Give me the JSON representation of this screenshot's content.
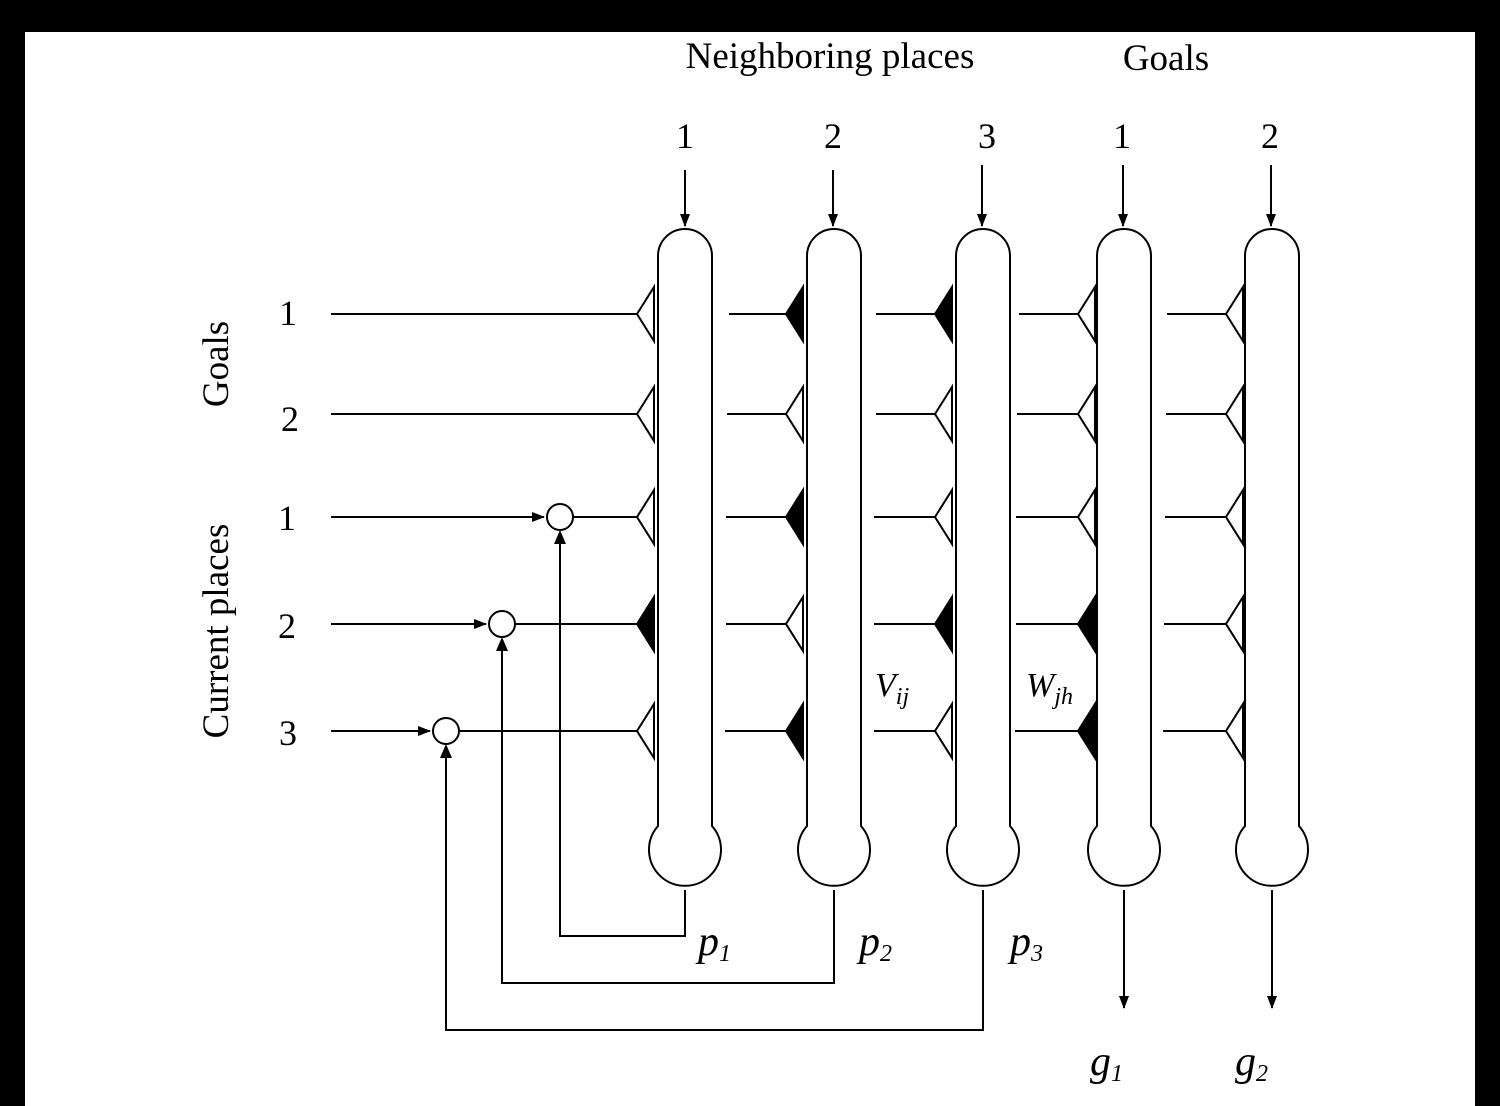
{
  "headers": {
    "neighboring": "Neighboring places",
    "goals_top": "Goals"
  },
  "columns": {
    "neighbor_numbers": [
      "1",
      "2",
      "3"
    ],
    "goal_numbers": [
      "1",
      "2"
    ]
  },
  "rows": {
    "goals_label": "Goals",
    "current_label": "Current places",
    "goal_numbers": [
      "1",
      "2"
    ],
    "current_numbers": [
      "1",
      "2",
      "3"
    ]
  },
  "weights": {
    "v_main": "V",
    "v_sub": "ij",
    "w_main": "W",
    "w_sub": "jh"
  },
  "outputs": {
    "p1_main": "p",
    "p1_sub": "1",
    "p2_main": "p",
    "p2_sub": "2",
    "p3_main": "p",
    "p3_sub": "3",
    "g1_main": "g",
    "g1_sub": "1",
    "g2_main": "g",
    "g2_sub": "2"
  },
  "synapses": {
    "column_1": [
      "open",
      "open",
      "open",
      "filled",
      "open"
    ],
    "column_2": [
      "filled",
      "open",
      "filled",
      "open",
      "filled"
    ],
    "column_3": [
      "filled",
      "open",
      "open",
      "filled",
      "open"
    ],
    "column_4": [
      "open",
      "open",
      "open",
      "filled",
      "filled"
    ],
    "column_5": [
      "open",
      "open",
      "open",
      "open",
      "open"
    ]
  }
}
